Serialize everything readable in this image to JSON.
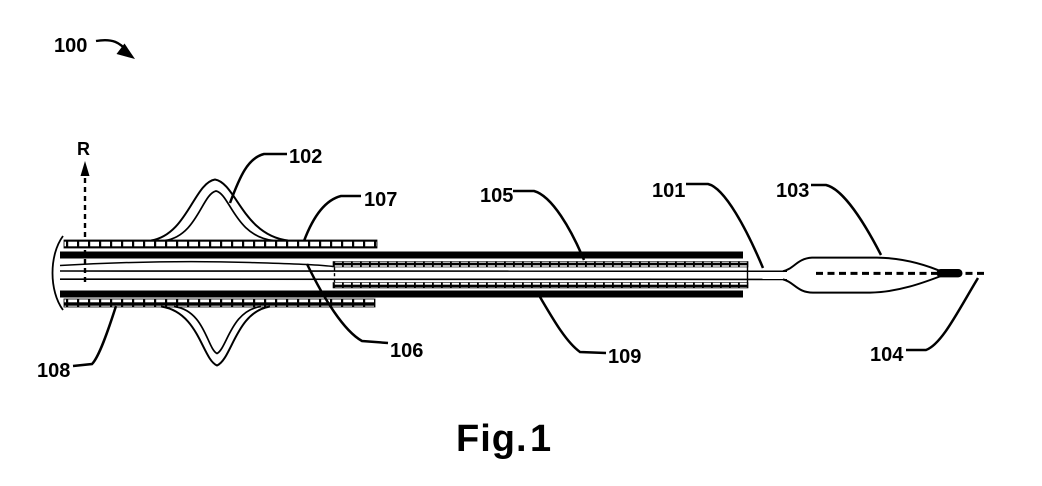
{
  "figure": {
    "caption": {
      "word": "Fig.",
      "number": "1"
    }
  },
  "labels": {
    "n100": "100",
    "n101": "101",
    "n102": "102",
    "n103": "103",
    "n104": "104",
    "n105": "105",
    "n106": "106",
    "n107": "107",
    "n108": "108",
    "n109": "109",
    "radial": "R"
  },
  "colors": {
    "ink": "#000000",
    "background": "#ffffff"
  }
}
